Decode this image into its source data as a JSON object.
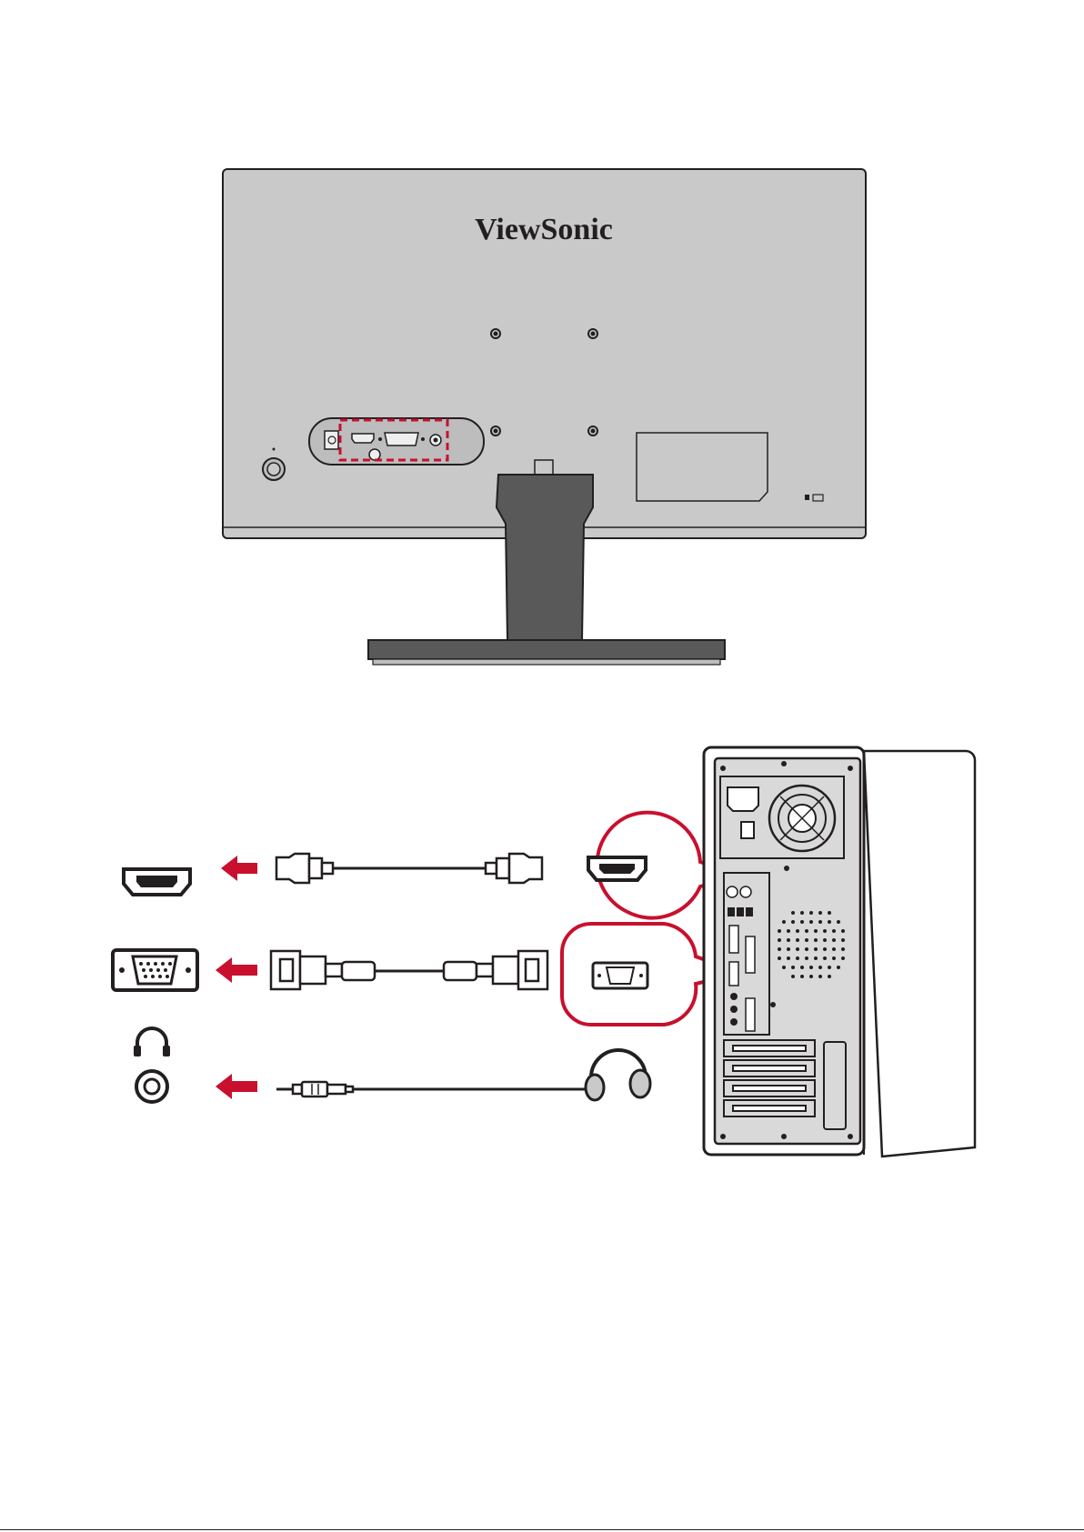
{
  "monitor": {
    "brand": "ViewSonic",
    "highlight_color": "#c8102e",
    "body_color": "#c9c9c9",
    "outline_color": "#231f20"
  },
  "connections": [
    {
      "id": "hdmi",
      "port_icon": "hdmi-port-icon",
      "cable": "hdmi-cable",
      "pc_port": "hdmi-port-callout"
    },
    {
      "id": "vga",
      "port_icon": "vga-port-icon",
      "cable": "vga-cable",
      "pc_port": "vga-port-callout"
    },
    {
      "id": "audio",
      "port_icon": "headphone-jack-icon",
      "cable": "audio-cable",
      "pc_port": "headphones-icon"
    }
  ],
  "colors": {
    "arrow": "#c8102e",
    "callout": "#c8102e",
    "pc_body": "#ffffff",
    "pc_panel": "#d9d9d9"
  }
}
